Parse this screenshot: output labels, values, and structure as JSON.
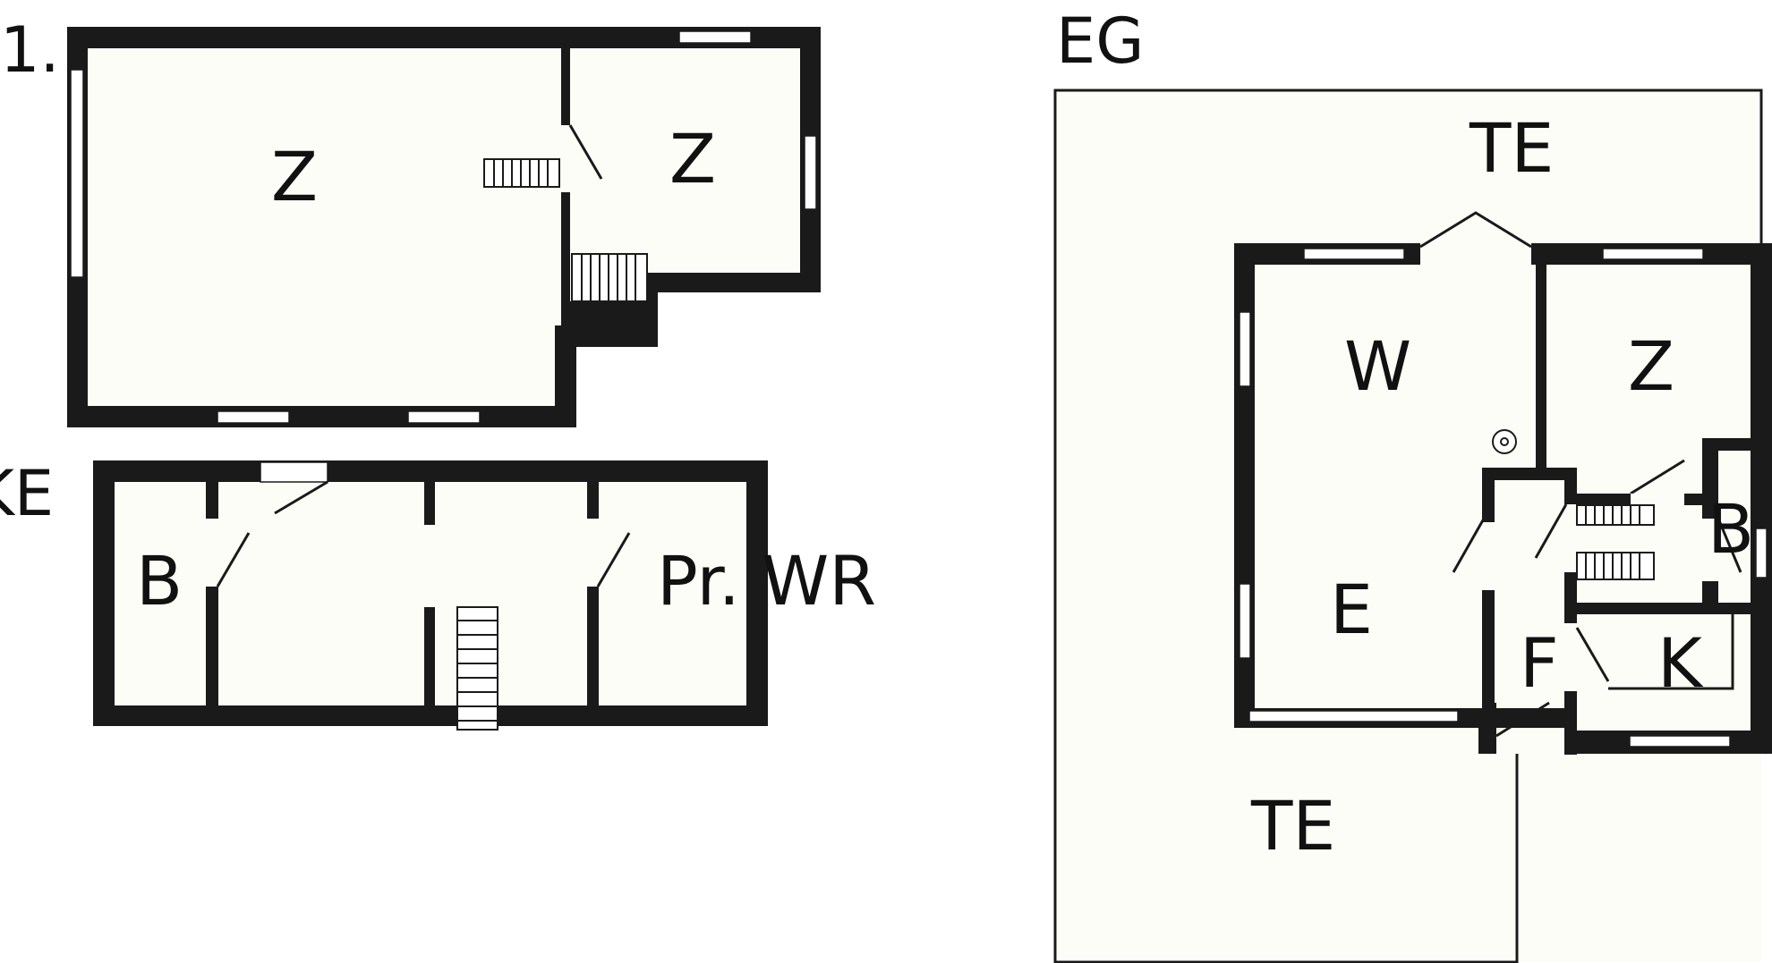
{
  "floors": {
    "upper": {
      "label": "1.",
      "rooms": [
        {
          "id": "z-large",
          "label": "Z"
        },
        {
          "id": "z-small",
          "label": "Z"
        }
      ]
    },
    "basement": {
      "label": "KE",
      "rooms": [
        {
          "id": "b",
          "label": "B"
        },
        {
          "id": "pr-wr",
          "label": "Pr. WR"
        }
      ]
    },
    "ground": {
      "label": "EG",
      "rooms": [
        {
          "id": "te-top",
          "label": "TE"
        },
        {
          "id": "w",
          "label": "W"
        },
        {
          "id": "z",
          "label": "Z"
        },
        {
          "id": "e",
          "label": "E"
        },
        {
          "id": "b",
          "label": "B"
        },
        {
          "id": "f",
          "label": "F"
        },
        {
          "id": "k",
          "label": "K"
        },
        {
          "id": "te-bottom",
          "label": "TE"
        }
      ]
    }
  },
  "colors": {
    "wall": "#1a1a1a",
    "floor": "#fdfdf8",
    "background": "#ffffff"
  }
}
